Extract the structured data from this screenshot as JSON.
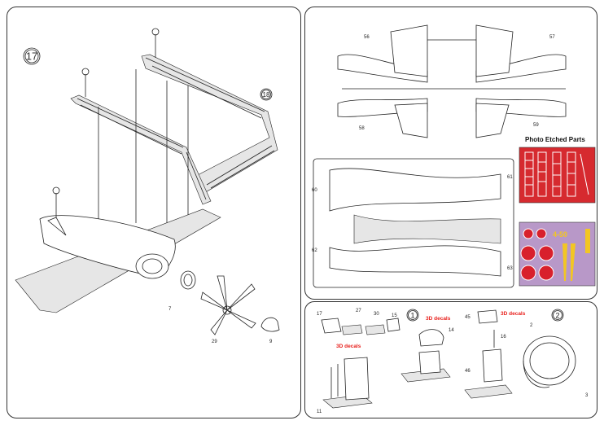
{
  "left": {
    "step": "17",
    "callout_step": "18",
    "parts": {
      "p7": "7",
      "p29": "29",
      "p9": "9"
    }
  },
  "sprue": {
    "labels": {
      "p56": "56",
      "p57": "57",
      "p58": "58",
      "p59": "59",
      "p60": "60",
      "p61": "61",
      "p62": "62",
      "p63": "63"
    },
    "photo_etched_title": "Photo Etched Parts",
    "decal_text": "4-50",
    "colors": {
      "etch_bg": "#d62a2f",
      "decal_bg": "#b898c8",
      "hinomaru": "#d8202c",
      "decal_yellow": "#f2c623"
    }
  },
  "bottom": {
    "step1": "1",
    "step2": "2",
    "parts": {
      "p17": "17",
      "p27": "27",
      "p30": "30",
      "p15": "15",
      "p14": "14",
      "p45": "45",
      "p16": "16",
      "p46": "46",
      "p11": "11",
      "p2": "2",
      "p3": "3"
    },
    "decal_note_1": "3D decals",
    "decal_note_2": "3D decals",
    "decal_note_3": "3D decals"
  }
}
